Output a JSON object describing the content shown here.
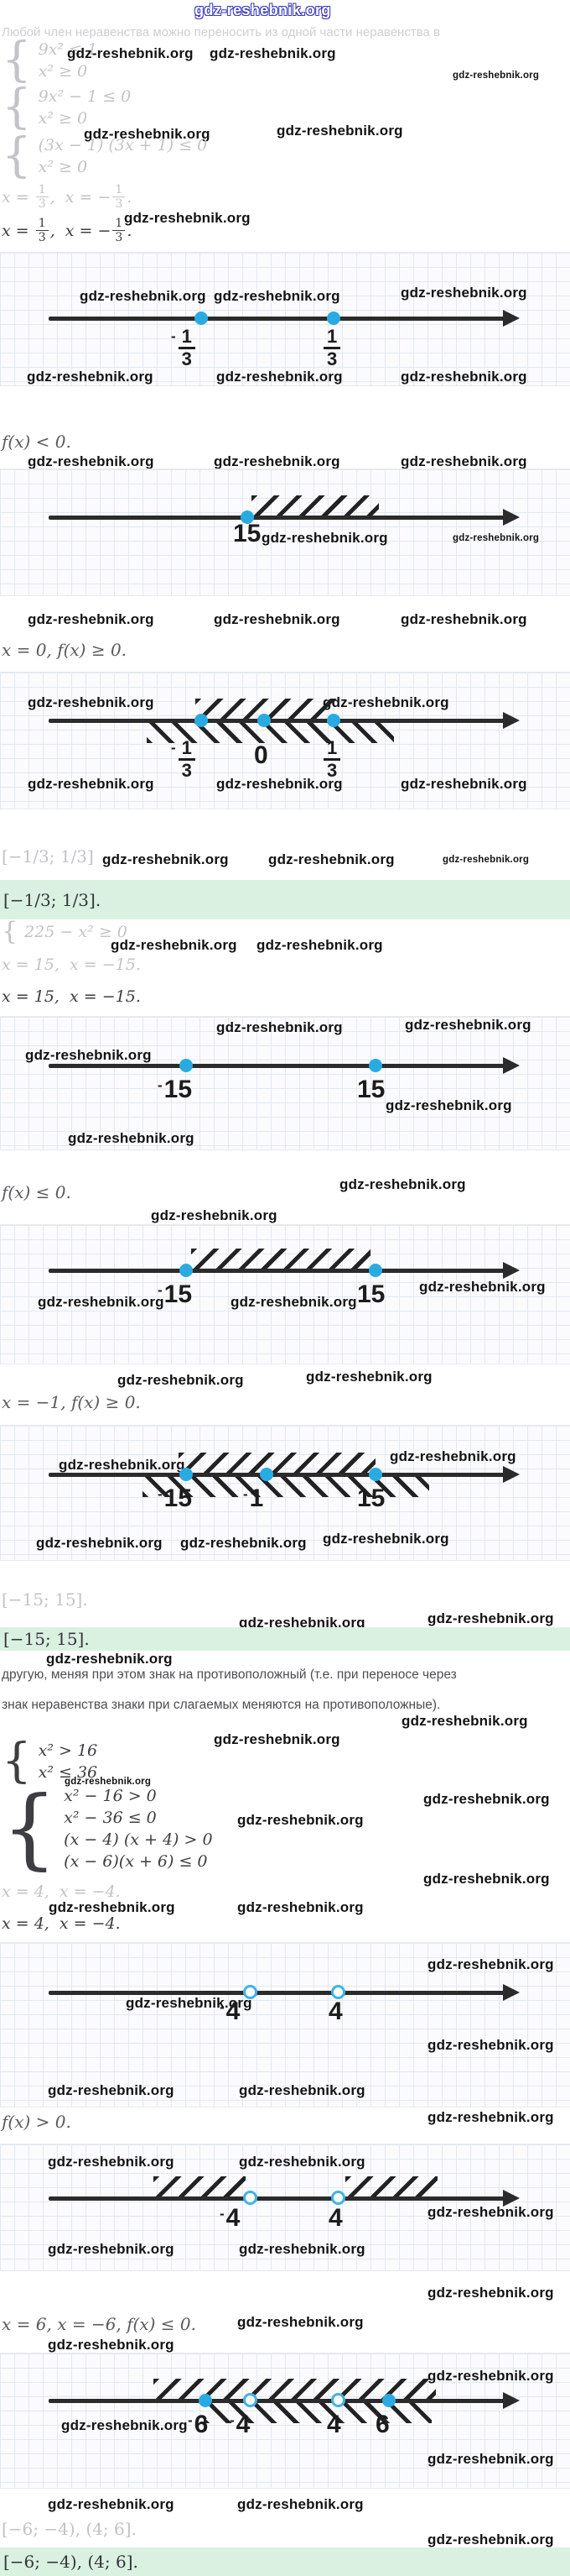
{
  "site": "gdz-reshebnik.org",
  "wm": "gdz-reshebnik.org",
  "intro": "Любой член неравенства можно переносить из одной части неравенства в",
  "note1": "другую, меняя при этом знак на противоположный (т.е. при переносе через",
  "note2": "знак неравенства знаки при слагаемых меняются на противоположные).",
  "sys1": {
    "l1": "9x² ≤ 1",
    "l2": "x² ≥ 0"
  },
  "sys2": {
    "l1": "9x² − 1 ≤ 0",
    "l2": "x² ≥ 0"
  },
  "sys3": {
    "l1": "(3x − 1) (3x + 1) ≤ 0",
    "l2": "x² ≥ 0"
  },
  "roots13": {
    "a": "x = ",
    "f1n": "1",
    "f1d": "3",
    "b": ",  x = −",
    "f2n": "1",
    "f2d": "3",
    "c": "."
  },
  "cond_lt": "f(x) < 0.",
  "cond_x0": "x = 0, f(x) ≥ 0.",
  "ans13_gray": "[−1/3;  1/3]",
  "ans13": "[−1/3;  1/3].",
  "sys225": "225 − x² ≥ 0",
  "roots15": "x = 15,  x = −15.",
  "cond_le": "f(x) ≤ 0.",
  "cond_xm1": "x = −1, f(x) ≥ 0.",
  "ans15_gray": "[−15;  15].",
  "ans15": "[−15;  15].",
  "sys5": {
    "l1": "x² > 16",
    "l2": "x² ≤ 36"
  },
  "sys6": {
    "l1": "x² − 16 > 0",
    "l2": "x² − 36 ≤ 0",
    "l3": "(x − 4) (x + 4) > 0",
    "l4": "(x − 6)(x + 6) ≤ 0"
  },
  "roots4": "x = 4,  x = −4.",
  "cond_gt": "f(x) > 0.",
  "cond_x6": "x = 6,  x = −6, f(x) ≤ 0.",
  "ans46_gray": "[−6;  −4),  (4;  6].",
  "ans46": "[−6;  −4),  (4;  6].",
  "lines": {
    "nl1": {
      "f1": {
        "sign": "-",
        "num": "1",
        "den": "3"
      },
      "f2": {
        "sign": "",
        "num": "1",
        "den": "3"
      }
    },
    "nl2": {
      "p1": {
        "sign": "",
        "val": "15"
      }
    },
    "nl3": {
      "f1": {
        "sign": "-",
        "num": "1",
        "den": "3"
      },
      "zero": "0",
      "f2": {
        "sign": "",
        "num": "1",
        "den": "3"
      }
    },
    "nl4": {
      "p1": {
        "sign": "-",
        "val": "15"
      },
      "p2": {
        "sign": "",
        "val": "15"
      }
    },
    "nl5": {
      "p1": {
        "sign": "-",
        "val": "15"
      },
      "p2": {
        "sign": "",
        "val": "15"
      }
    },
    "nl6": {
      "p1": {
        "sign": "-",
        "val": "15"
      },
      "p2": {
        "sign": "-",
        "val": "1"
      },
      "p3": {
        "sign": "",
        "val": "15"
      }
    },
    "nl7": {
      "p1": {
        "sign": "-",
        "val": "4"
      },
      "p2": {
        "sign": "",
        "val": "4"
      }
    },
    "nl8": {
      "p1": {
        "sign": "-",
        "val": "4"
      },
      "p2": {
        "sign": "",
        "val": "4"
      }
    },
    "nl9": {
      "p1": {
        "sign": "-",
        "val": "6"
      },
      "p2": {
        "sign": "-",
        "val": "4"
      },
      "p3": {
        "sign": "",
        "val": "4"
      },
      "p4": {
        "sign": "",
        "val": "6"
      }
    }
  }
}
